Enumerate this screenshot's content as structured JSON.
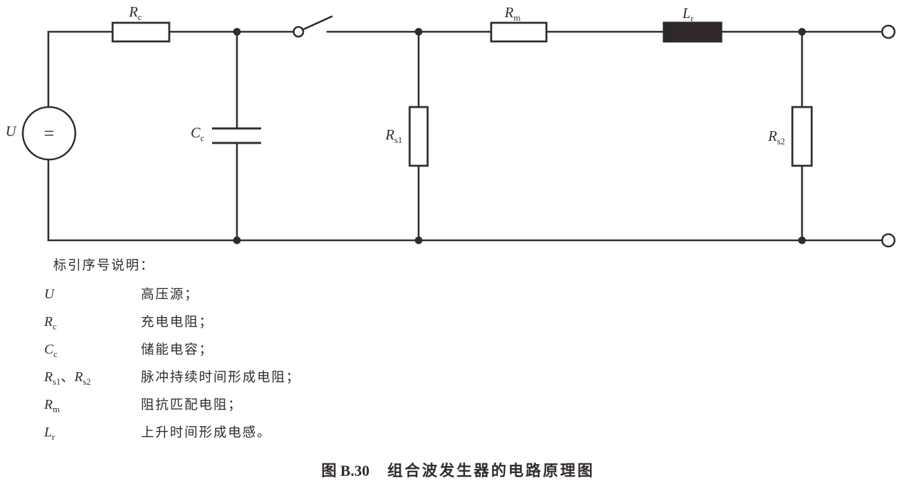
{
  "colors": {
    "line": "#312b2c",
    "inductor_fill": "#2e2829",
    "background": "#ffffff"
  },
  "diagram": {
    "source": {
      "label": "U",
      "symbol": "="
    },
    "labels": {
      "rc": {
        "main": "R",
        "sub": "c"
      },
      "cc": {
        "main": "C",
        "sub": "c"
      },
      "rs1": {
        "main": "R",
        "sub": "s1"
      },
      "rm": {
        "main": "R",
        "sub": "m"
      },
      "lr": {
        "main": "L",
        "sub": "r"
      },
      "rs2": {
        "main": "R",
        "sub": "s2"
      }
    }
  },
  "legend": {
    "heading": "标引序号说明：",
    "entries": [
      {
        "sym1_main": "U",
        "sym1_sub": "",
        "sep": "",
        "sym2_main": "",
        "sym2_sub": "",
        "description": "高压源；"
      },
      {
        "sym1_main": "R",
        "sym1_sub": "c",
        "sep": "",
        "sym2_main": "",
        "sym2_sub": "",
        "description": "充电电阻；"
      },
      {
        "sym1_main": "C",
        "sym1_sub": "c",
        "sep": "",
        "sym2_main": "",
        "sym2_sub": "",
        "description": "储能电容；"
      },
      {
        "sym1_main": "R",
        "sym1_sub": "s1",
        "sep": "、",
        "sym2_main": "R",
        "sym2_sub": "s2",
        "description": "脉冲持续时间形成电阻；"
      },
      {
        "sym1_main": "R",
        "sym1_sub": "m",
        "sep": "",
        "sym2_main": "",
        "sym2_sub": "",
        "description": "阻抗匹配电阻；"
      },
      {
        "sym1_main": "L",
        "sym1_sub": "r",
        "sep": "",
        "sym2_main": "",
        "sym2_sub": "",
        "description": "上升时间形成电感。"
      }
    ]
  },
  "caption": {
    "prefix": "图 B.30",
    "title": "组合波发生器的电路原理图"
  }
}
